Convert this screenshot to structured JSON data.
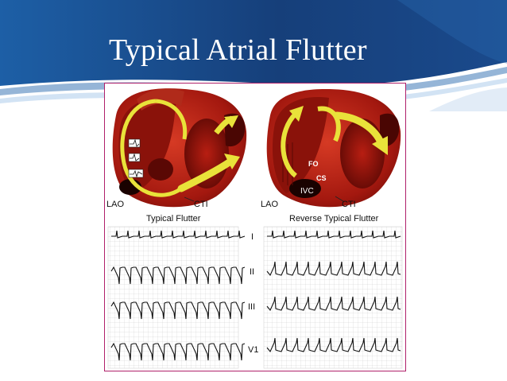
{
  "slide": {
    "title": "Typical Atrial Flutter"
  },
  "figure": {
    "left_panel": {
      "view_label": "LAO",
      "isthmus_label": "CTI",
      "caption": "Typical Flutter"
    },
    "right_panel": {
      "view_label": "LAO",
      "isthmus_label": "CTI",
      "caption": "Reverse Typical Flutter",
      "fo_label": "FO",
      "cs_label": "CS",
      "ivc_label": "IVC"
    },
    "ecg_leads": [
      "I",
      "II",
      "III",
      "V1"
    ]
  },
  "colors": {
    "header_blue": "#1f4f8f",
    "heart_red": "#c7261a",
    "arrow_yellow": "#e9e23a",
    "frame_border": "#b0206a"
  }
}
